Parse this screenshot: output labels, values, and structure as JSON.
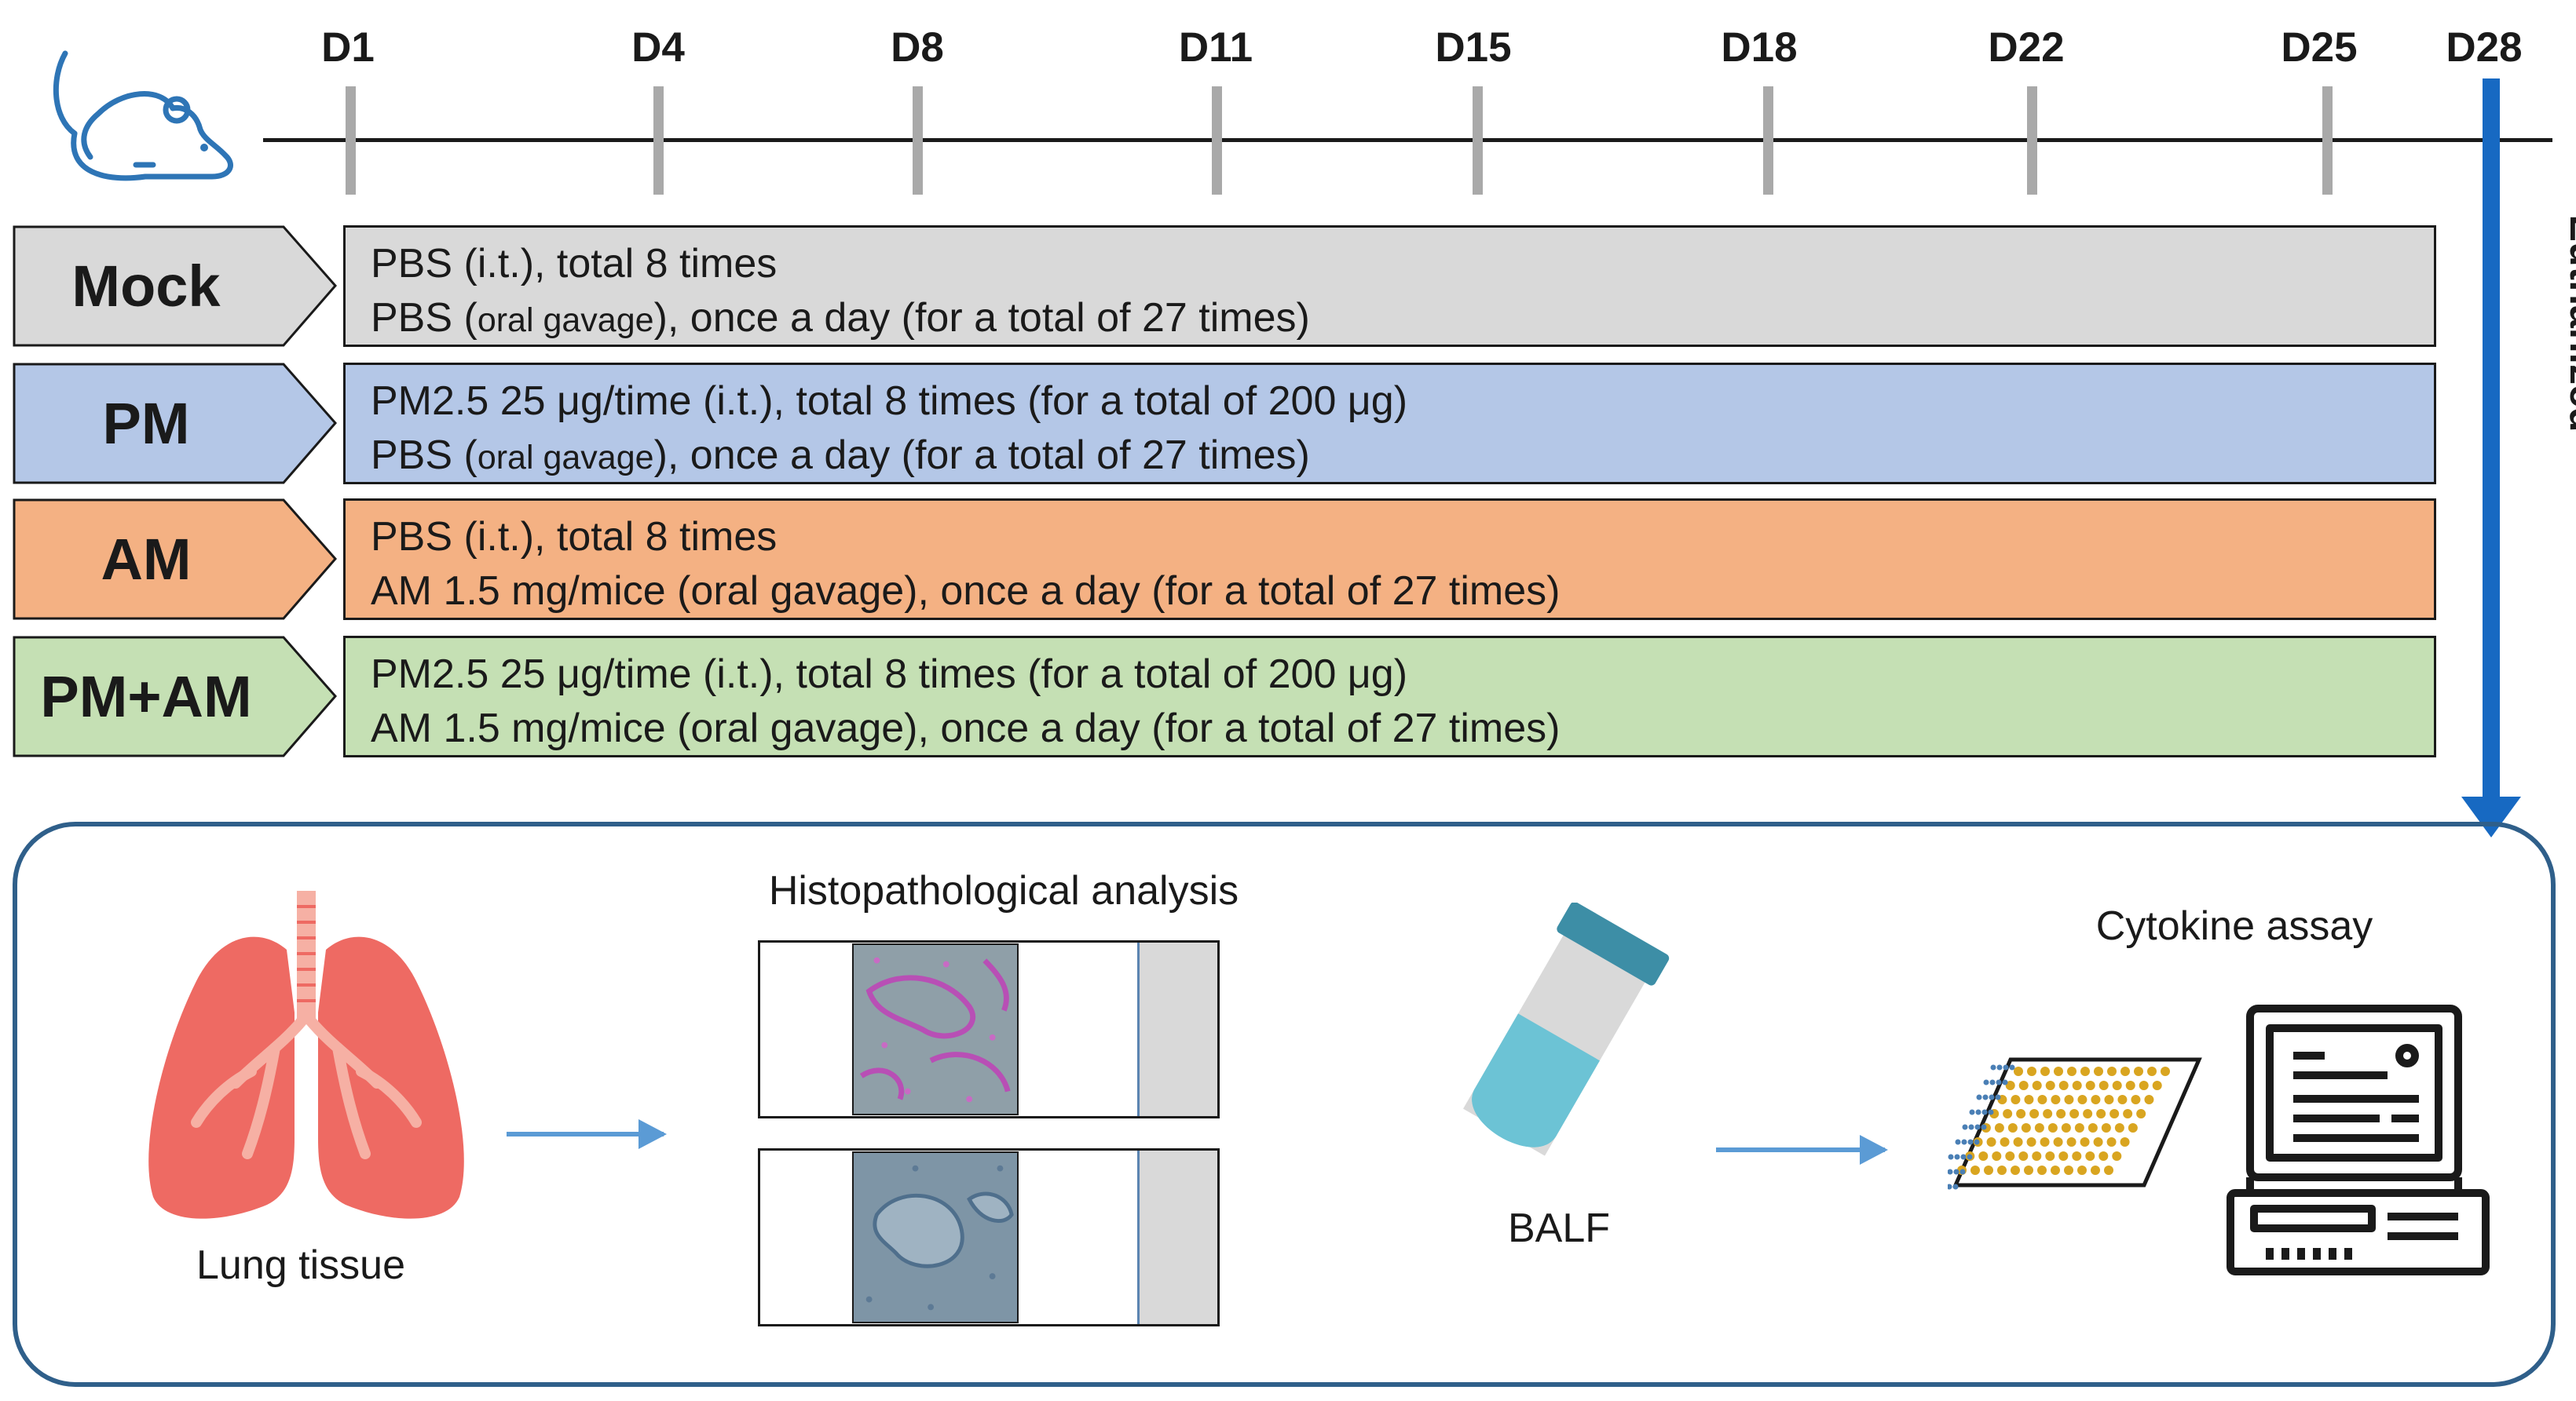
{
  "timeline": {
    "days": [
      "D1",
      "D4",
      "D8",
      "D11",
      "D15",
      "D18",
      "D22",
      "D25",
      "D28"
    ],
    "end_label": "Euthanized",
    "accent_color": "#1769c2"
  },
  "groups": [
    {
      "name": "Mock",
      "color": "#d9d9d9",
      "line1": "PBS (i.t.), total 8 times",
      "line2_a": "PBS (",
      "line2_small": "oral gavage",
      "line2_b": "), once a day (for a total of 27 times)"
    },
    {
      "name": "PM",
      "color": "#b4c7e7",
      "line1": "PM2.5 25 μg/time (i.t.), total 8 times (for a total of 200 μg)",
      "line2_a": "PBS (",
      "line2_small": "oral gavage",
      "line2_b": "), once a day (for a total of 27 times)"
    },
    {
      "name": "AM",
      "color": "#f4b183",
      "line1": "PBS (i.t.), total 8 times",
      "line2": "AM 1.5 mg/mice (oral gavage), once a day (for a total of 27 times)"
    },
    {
      "name": "PM+AM",
      "color": "#c5e0b4",
      "line1": "PM2.5 25 μg/time (i.t.), total 8 times (for a total of 200 μg)",
      "line2": "AM 1.5 mg/mice (oral gavage), once a day (for a total of 27 times)"
    }
  ],
  "analysis": {
    "lung_caption": "Lung tissue",
    "histo_caption": "Histopathological analysis",
    "balf_caption": "BALF",
    "cytokine_caption": "Cytokine assay"
  },
  "icons": [
    "mouse-icon",
    "lung-icon",
    "slide-he-icon",
    "slide-masson-icon",
    "tube-icon",
    "well-plate-icon",
    "computer-icon"
  ]
}
